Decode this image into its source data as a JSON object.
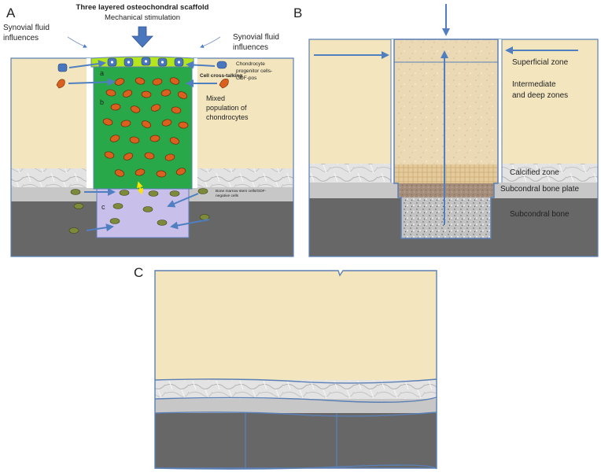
{
  "colors": {
    "cartilage": "#f3e6bf",
    "calcified": "#dedede",
    "bone_plate": "#c7c7c7",
    "subchondral": "#676767",
    "outline": "#5b7fb4",
    "arrow": "#4f7fc0",
    "scaffold_top": "#b5e61d",
    "scaffold_mid": "#29a84a",
    "scaffold_bottom": "#c9bfeb",
    "chondrocyte": "#d9601f",
    "progenitor": "#4a76bd",
    "marrow_cell": "#7e8a3b",
    "cross_talk": "#ffe400",
    "plug_upper": "#e9d9b4",
    "plug_calcified": "#e2c89b",
    "plug_plate": "#a68f7d",
    "plug_bone": "#bfbfbf"
  },
  "panel_a": {
    "letter": "A",
    "title": "Three layered osteochondral scaffold",
    "subtitle": "Mechanical stimulation",
    "synovial_left_1": "Synovial fluid",
    "synovial_left_2": "influences",
    "synovial_right_1": "Synovial fluid",
    "synovial_right_2": "influences",
    "progenitor_1": "Chondrocyte",
    "progenitor_2": "progenitor cells-",
    "progenitor_3": "GDF-pos",
    "cross_talk": "Cell cross-talking",
    "mixed_1": "Mixed",
    "mixed_2": "population of",
    "mixed_3": "chondrocytes",
    "marrow_1": "Bone marrow stem cells/GDF-",
    "marrow_2": "negative cells",
    "layer_a": "a",
    "layer_b": "b",
    "layer_c": "c"
  },
  "panel_b": {
    "letter": "B",
    "superficial": "Superficial zone",
    "intermediate_1": "Intermediate",
    "intermediate_2": "and deep zones",
    "calcified": "Calcified zone",
    "plate": "Subcondral bone plate",
    "subchondral": "Subcondral bone"
  },
  "panel_c": {
    "letter": "C"
  }
}
